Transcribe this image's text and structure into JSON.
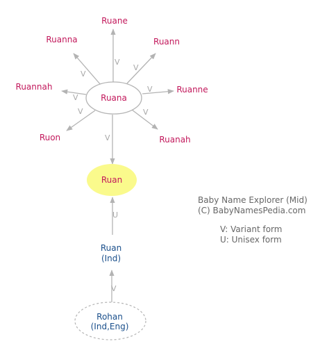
{
  "colors": {
    "related": "#c2185b",
    "origin": "#1a4f8b",
    "focus_fill": "#fafa8c",
    "focus_text": "#c2185b",
    "edge": "#b3b3b3",
    "info_text": "#666666"
  },
  "center": {
    "name": "Ruana"
  },
  "focus": {
    "name": "Ruan"
  },
  "variants": [
    {
      "name": "Ruane",
      "edge_label": "V"
    },
    {
      "name": "Ruann",
      "edge_label": "V"
    },
    {
      "name": "Ruanne",
      "edge_label": "V"
    },
    {
      "name": "Ruanah",
      "edge_label": "V"
    },
    {
      "name": "Ruon",
      "edge_label": "V"
    },
    {
      "name": "Ruannah",
      "edge_label": "V"
    },
    {
      "name": "Ruanna",
      "edge_label": "V"
    }
  ],
  "center_to_focus_label": "V",
  "origin_chain": [
    {
      "name": "Ruan",
      "lang": "(Ind)",
      "edge_label": "U"
    },
    {
      "name": "Rohan",
      "lang": "(Ind,Eng)",
      "edge_label": "V"
    }
  ],
  "info": {
    "title": "Baby Name Explorer (Mid)",
    "copyright": "(C) BabyNamesPedia.com",
    "legend_variant": "V: Variant form",
    "legend_unisex": "U: Unisex form"
  }
}
